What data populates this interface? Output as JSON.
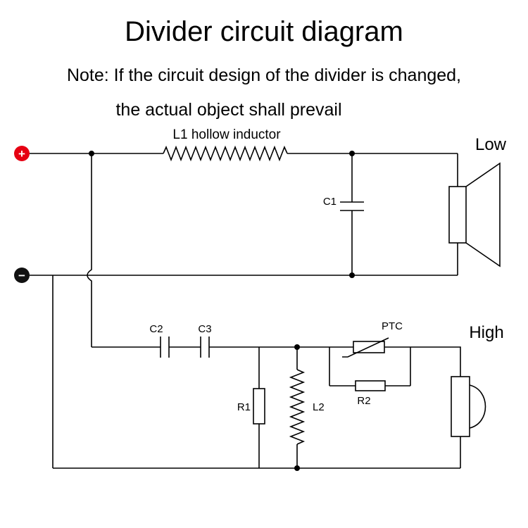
{
  "page": {
    "title": "Divider circuit diagram",
    "note_line1": "Note: If the circuit design of the divider is changed,",
    "note_line2": "the actual object shall prevail"
  },
  "terminals": {
    "plus": "+",
    "minus": "−"
  },
  "components": {
    "l1_label": "L1 hollow inductor",
    "c1": "C1",
    "c2": "C2",
    "c3": "C3",
    "r1": "R1",
    "r2": "R2",
    "l2": "L2",
    "ptc": "PTC"
  },
  "speakers": {
    "low": "Low",
    "high": "High"
  },
  "colors": {
    "wire": "#000000",
    "background": "#ffffff",
    "plus_terminal": "#e60012",
    "minus_terminal": "#111111"
  }
}
